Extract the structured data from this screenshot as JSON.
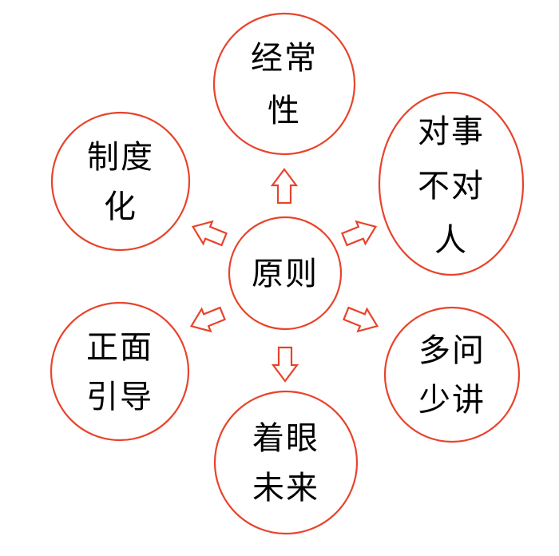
{
  "colors": {
    "accent": "#e8432b",
    "text": "#000000",
    "background": "#ffffff"
  },
  "center": {
    "label": "原则"
  },
  "nodes": [
    {
      "id": "regularity",
      "position": "top",
      "lines": [
        "经常",
        "性"
      ]
    },
    {
      "id": "matters-not-people",
      "position": "top-right",
      "lines": [
        "对事",
        "不对",
        "人"
      ]
    },
    {
      "id": "institutionalization",
      "position": "left",
      "lines": [
        "制度",
        "化"
      ]
    },
    {
      "id": "ask-more-lecture-less",
      "position": "bottom-right",
      "lines": [
        "多问",
        "少讲"
      ]
    },
    {
      "id": "positive-guidance",
      "position": "bottom-left",
      "lines": [
        "正面",
        "引导"
      ]
    },
    {
      "id": "eye-on-future",
      "position": "bottom",
      "lines": [
        "着眼",
        "未来"
      ]
    }
  ],
  "arrows": [
    "up",
    "upper-left",
    "upper-right",
    "lower-left",
    "lower-right",
    "down"
  ]
}
